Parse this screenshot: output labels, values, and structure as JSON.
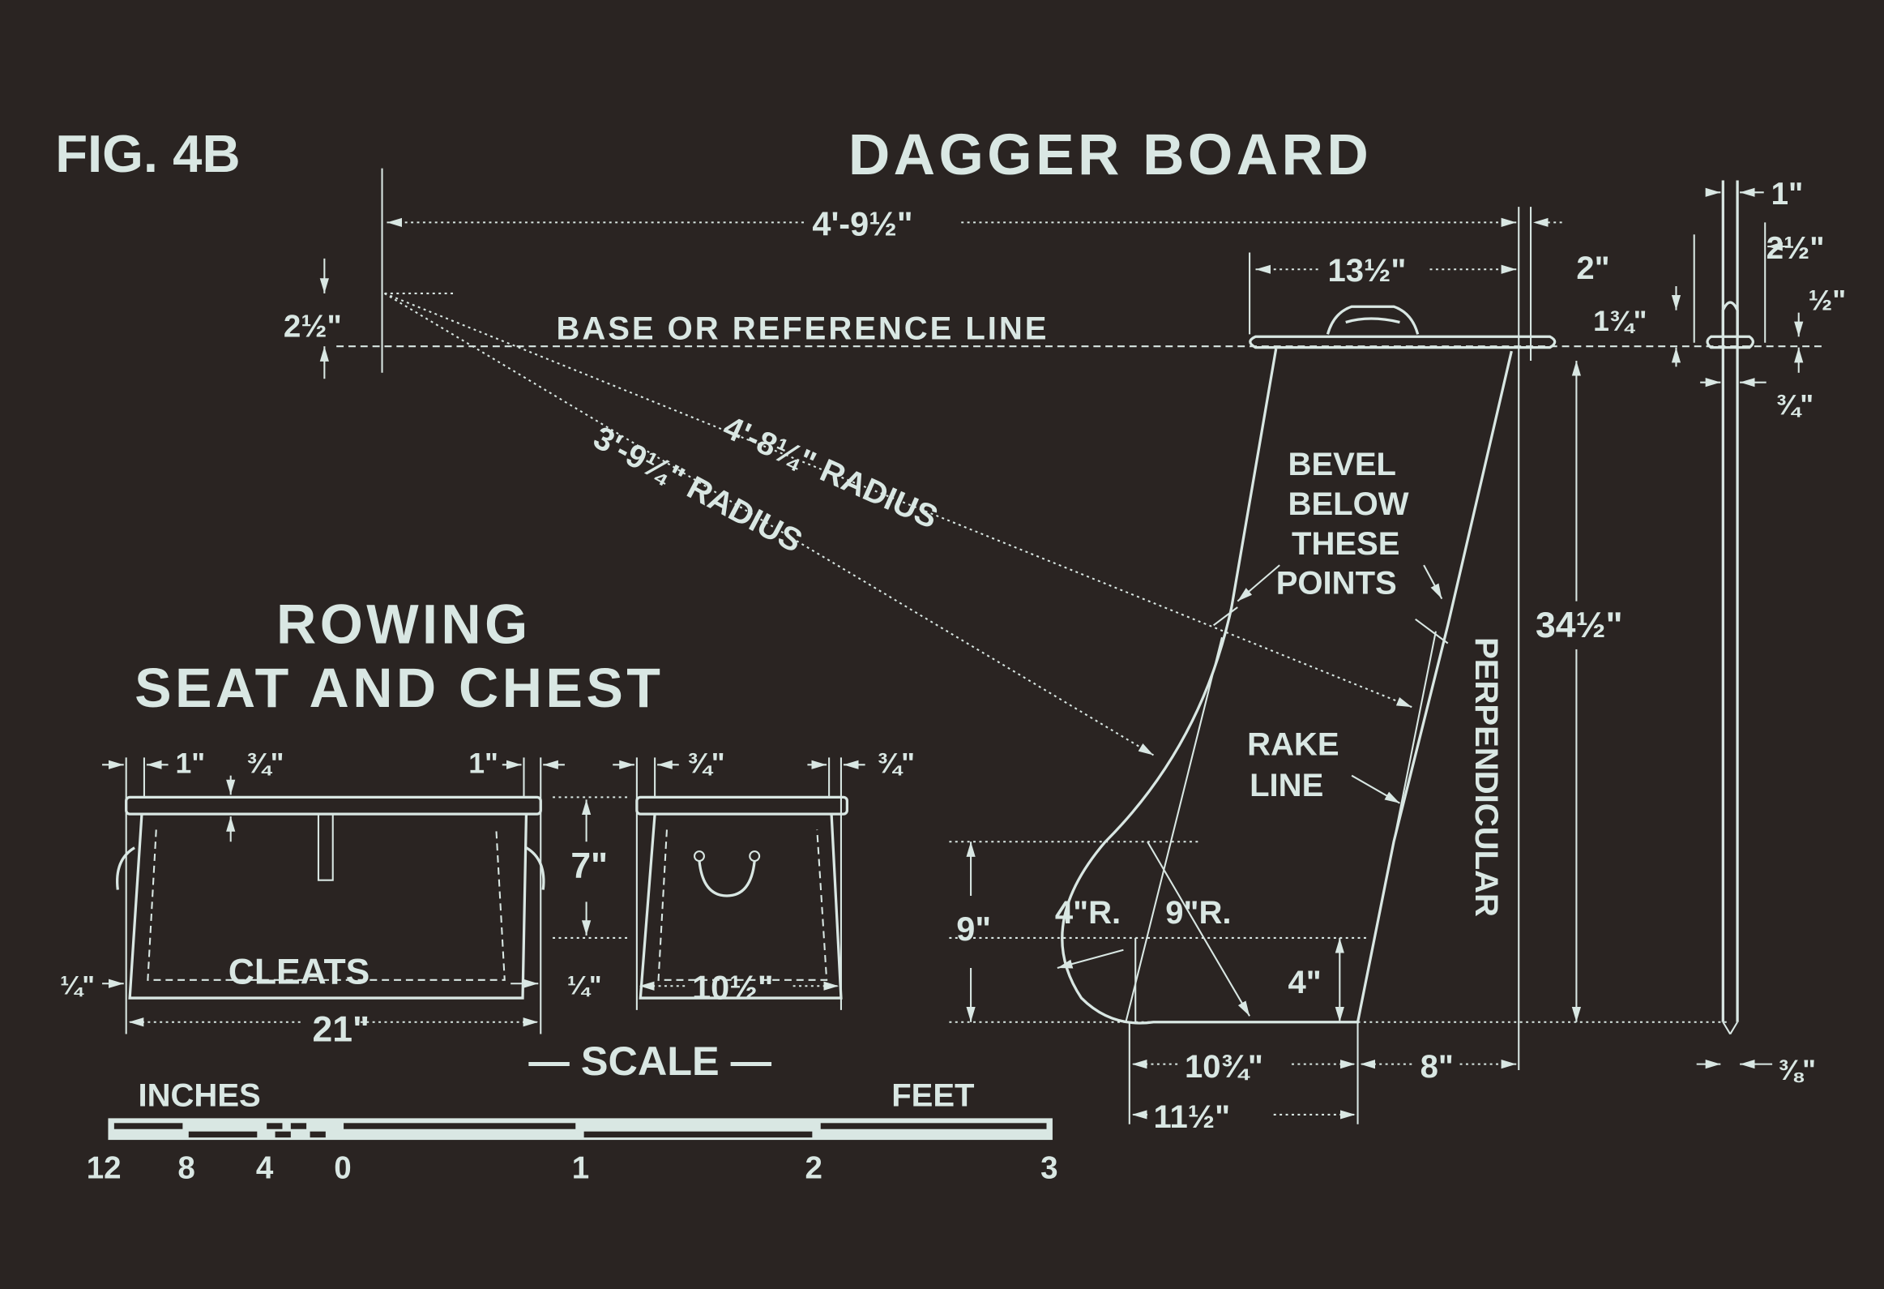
{
  "figure": {
    "label": "FIG. 4B",
    "title": "DAGGER BOARD",
    "colors": {
      "background": "#2a2422",
      "ink": "#d9e7e3"
    }
  },
  "dagger_board": {
    "overall_length": "4'-9½\"",
    "top_width": "13½\"",
    "offset_2": "2\"",
    "base_offset": "2½\"",
    "base_line": "BASE OR REFERENCE LINE",
    "radius_outer": "4'-8¼\" RADIUS",
    "radius_inner": "3'-9¼\" RADIUS",
    "bevel_note": [
      "BEVEL",
      "BELOW",
      "THESE",
      "POINTS"
    ],
    "depth": "34½\"",
    "perpendicular": "PERPENDICULAR",
    "rake_line": [
      "RAKE",
      "LINE"
    ],
    "tip_height": "9\"",
    "radius_4": "4\"R.",
    "radius_9": "9\"R.",
    "offset_4": "4\"",
    "bottom_a": "10¾\"",
    "bottom_b": "8\"",
    "bottom_c": "11½\""
  },
  "side_view": {
    "thickness_1": "1\"",
    "handle_2_5": "2½\"",
    "handle_1_75": "1¾\"",
    "handle_half": "½\"",
    "thickness_3_4": "¾\"",
    "tip_3_8": "⅜\""
  },
  "rowing_seat": {
    "title_line1": "ROWING",
    "title_line2": "SEAT AND CHEST",
    "overhang_left": "1\"",
    "top_thickness": "¾\"",
    "overhang_right": "1\"",
    "end_overhang_left": "¾\"",
    "end_overhang_right": "¾\"",
    "height": "7\"",
    "cleats": "CLEATS",
    "cleat_left": "¼\"",
    "cleat_right": "¼\"",
    "length": "21\"",
    "width": "10½\""
  },
  "scale": {
    "title": "— SCALE —",
    "inches_label": "INCHES",
    "feet_label": "FEET",
    "ticks": [
      "12",
      "8",
      "4",
      "0",
      "1",
      "2",
      "3"
    ]
  }
}
